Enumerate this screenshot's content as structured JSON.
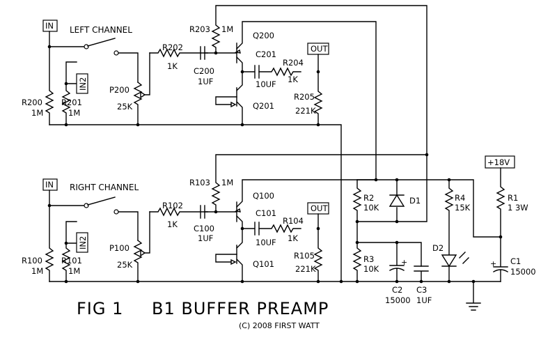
{
  "figure": {
    "title": "FIG 1",
    "name": "B1 BUFFER PREAMP",
    "copyright": "(C) 2008 FIRST WATT"
  },
  "left": {
    "channel": "LEFT CHANNEL",
    "in": "IN",
    "in2": "IN2",
    "out": "OUT",
    "r200": "R200",
    "r200v": "1M",
    "r201": "R201",
    "r201v": "1M",
    "p200": "P200",
    "p200v": "25K",
    "r202": "R202",
    "r202v": "1K",
    "c200": "C200",
    "c200v": "1UF",
    "r203": "R203",
    "r203v": "1M",
    "q200": "Q200",
    "q201": "Q201",
    "c201": "C201",
    "c201v": "10UF",
    "r204": "R204",
    "r204v": "1K",
    "r205": "R205",
    "r205v": "221K"
  },
  "right": {
    "channel": "RIGHT CHANNEL",
    "in": "IN",
    "in2": "IN2",
    "out": "OUT",
    "r100": "R100",
    "r100v": "1M",
    "r101": "R101",
    "r101v": "1M",
    "p100": "P100",
    "p100v": "25K",
    "r102": "R102",
    "r102v": "1K",
    "c100": "C100",
    "c100v": "1UF",
    "r103": "R103",
    "r103v": "1M",
    "q100": "Q100",
    "q101": "Q101",
    "c101": "C101",
    "c101v": "10UF",
    "r104": "R104",
    "r104v": "1K",
    "r105": "R105",
    "r105v": "221K"
  },
  "supply": {
    "v18": "+18V",
    "r1": "R1",
    "r1v": "1 3W",
    "r2": "R2",
    "r2v": "10K",
    "r3": "R3",
    "r3v": "10K",
    "r4": "R4",
    "r4v": "15K",
    "d1": "D1",
    "d2": "D2",
    "c1": "C1",
    "c1v": "15000",
    "c2": "C2",
    "c2v": "15000",
    "c3": "C3",
    "c3v": "1UF"
  }
}
